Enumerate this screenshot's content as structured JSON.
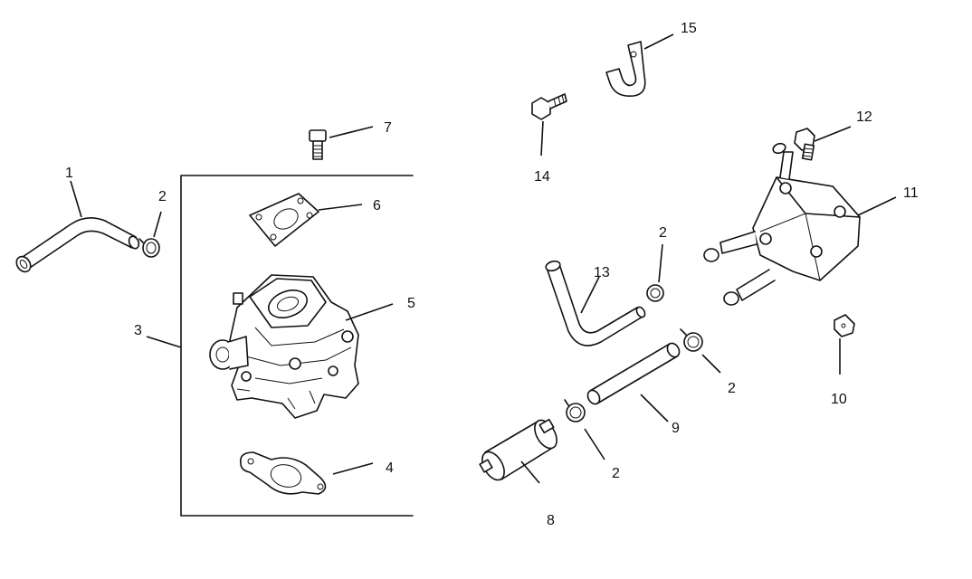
{
  "callouts": {
    "c1": "1",
    "c2a": "2",
    "c2b": "2",
    "c2c": "2",
    "c2d": "2",
    "c3": "3",
    "c4": "4",
    "c5": "5",
    "c6": "6",
    "c7": "7",
    "c8": "8",
    "c9": "9",
    "c10": "10",
    "c11": "11",
    "c12": "12",
    "c13": "13",
    "c14": "14",
    "c15": "15"
  }
}
